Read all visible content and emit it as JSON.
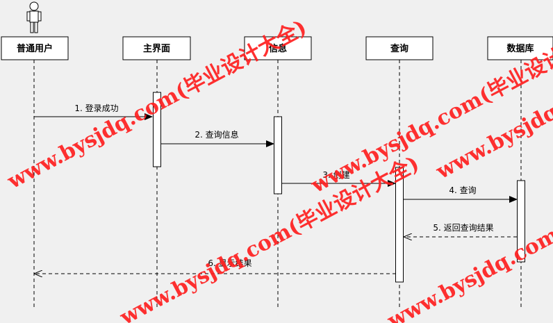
{
  "participants": [
    {
      "id": "user",
      "label": "普通用户",
      "actor": true
    },
    {
      "id": "main",
      "label": "主界面"
    },
    {
      "id": "info",
      "label": "信息"
    },
    {
      "id": "query",
      "label": "查询"
    },
    {
      "id": "db",
      "label": "数据库"
    }
  ],
  "messages": [
    {
      "label": "1. 登录成功",
      "from": "user",
      "to": "main",
      "style": "solid"
    },
    {
      "label": "2. 查询信息",
      "from": "main",
      "to": "info",
      "style": "solid"
    },
    {
      "label": "3. 创建",
      "from": "info",
      "to": "query",
      "style": "solid"
    },
    {
      "label": "4. 查询",
      "from": "query",
      "to": "db",
      "style": "solid"
    },
    {
      "label": "5. 返回查询结果",
      "from": "db",
      "to": "query",
      "style": "dashed"
    },
    {
      "label": "6. 显示结果",
      "from": "query",
      "to": "user",
      "style": "dashed"
    }
  ],
  "watermarks": [
    "www.bysjdq.com(毕业设计大全)",
    "www.bysjdq.com(毕业设计大全)",
    "www.bysjdq.com(毕业设计大全)",
    "www.bysjdq.com(毕业设计大全)",
    "www.bysjdq.com(毕业设计大全)"
  ],
  "colors": {
    "line": "#000000",
    "box_fill": "#ffffff",
    "watermark": "#ff1f1f",
    "background": "#f0f0f0"
  }
}
